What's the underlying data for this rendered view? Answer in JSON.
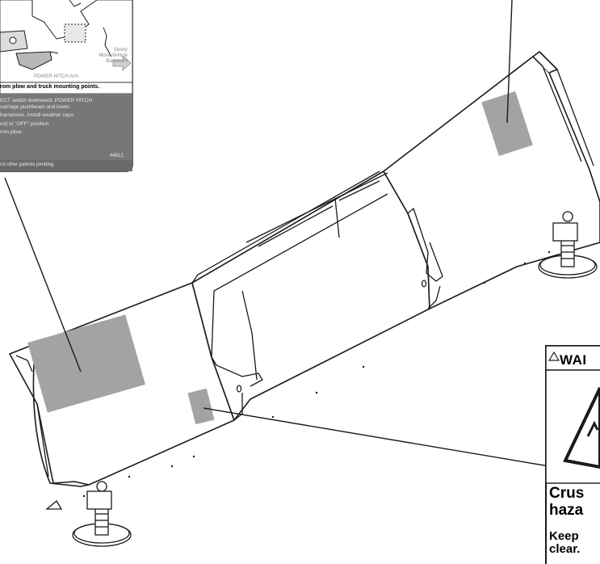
{
  "instruction_decal": {
    "label_slowly": "Slowly",
    "label_move_vehicle": "Move Vehicle",
    "label_backward": "Backward",
    "label_arm": "POWER HITCH Arm",
    "step_heading": "rom plow and truck mounting points.",
    "step_line_1": "ECT switch downward. POWER HITCH",
    "step_line_2": "carriage pushbeam and lower.",
    "step_line_3": "harnesses. Install weather caps.",
    "step_line_4": "rol) to \"OFF\" position.",
    "step_line_5": "rom plow.",
    "part_number": "44812",
    "patent_text": "nd other patents pending."
  },
  "warning_decal": {
    "header": "WAI",
    "line_1": "Crus",
    "line_2": "haza",
    "line_3": "Keep",
    "line_4": "clear."
  },
  "colors": {
    "decal_grey": "#a3a3a3",
    "decal_dark": "#6e6e6e",
    "line": "#1a1a1a"
  }
}
